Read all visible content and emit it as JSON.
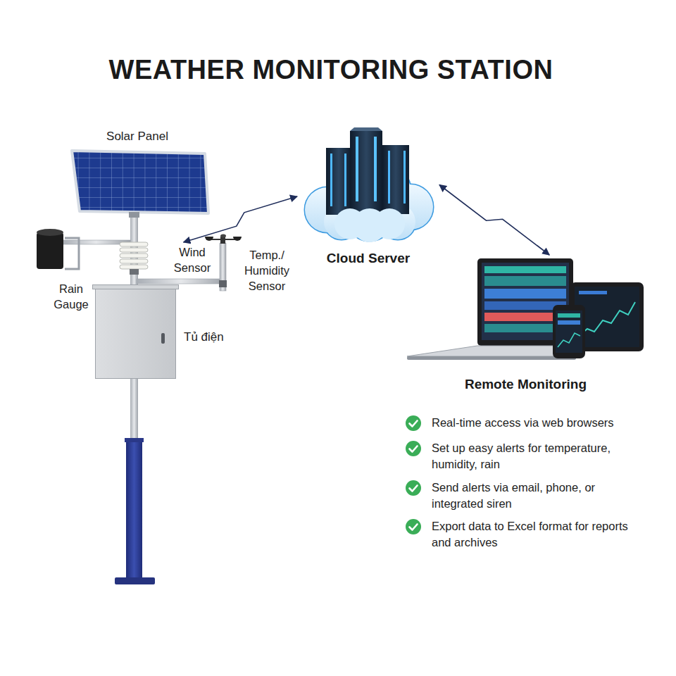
{
  "diagram": {
    "title": "WEATHER MONITORING STATION",
    "nodes": [
      {
        "text": [
          "Cloud Server"
        ]
      },
      {
        "text": [
          "Wind Sensor"
        ]
      },
      {
        "text": [
          "Tủ điện"
        ]
      },
      {
        "text": [
          "Remote Monitoring"
        ]
      }
    ],
    "edges": [
      {
        "from": 1,
        "to": 0,
        "arrow": "both"
      },
      {
        "from": 0,
        "to": 3,
        "arrow": "both"
      }
    ],
    "labels": [
      "Solar Panel",
      "Temp./ Humidity Sensor",
      "Rain Gauge",
      "Real-time access via web browsers",
      "Set up easy alerts for temperature, humidity, rain",
      "Send alerts via email, phone, or integrated siren",
      "Export data to Excel format for reports and archives"
    ]
  }
}
